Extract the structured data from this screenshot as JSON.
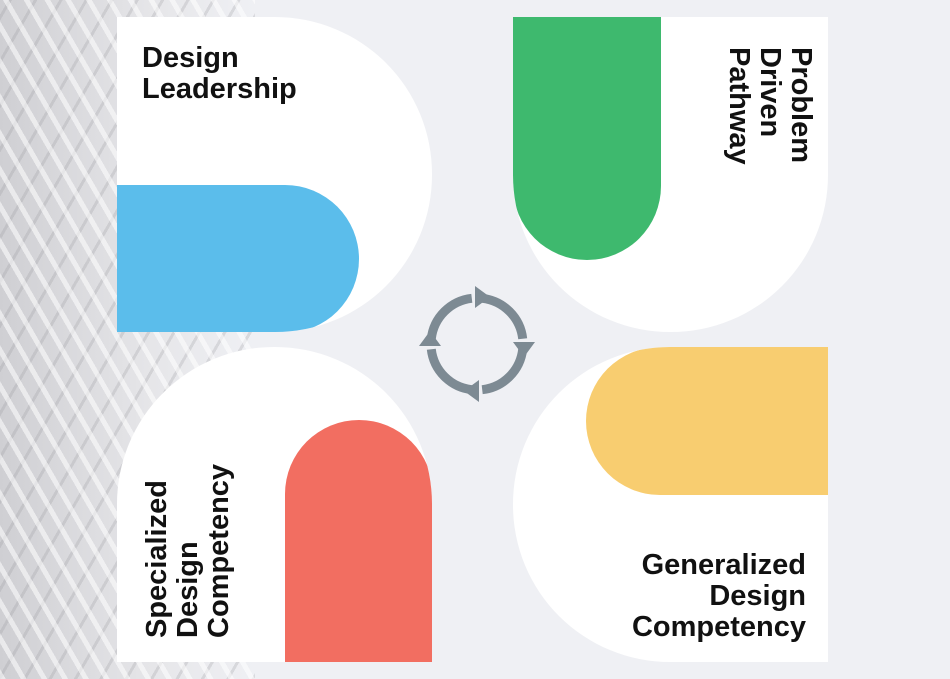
{
  "quadrants": {
    "top_left": {
      "label": "Design\nLeadership"
    },
    "top_right": {
      "label": "Problem\nDriven\nPathway"
    },
    "bottom_left": {
      "label": "Specialized\nDesign\nCompetency"
    },
    "bottom_right": {
      "label": "Generalized\nDesign\nCompetency"
    }
  },
  "colors": {
    "blue": "#5bbdeb",
    "green": "#3eb96e",
    "red": "#f26e61",
    "yellow": "#f8cd70",
    "cycle_arrows": "#7d8a93",
    "panel": "#ffffff",
    "background": "#eff0f4"
  },
  "icons": {
    "center": "cycle-arrows-icon"
  }
}
